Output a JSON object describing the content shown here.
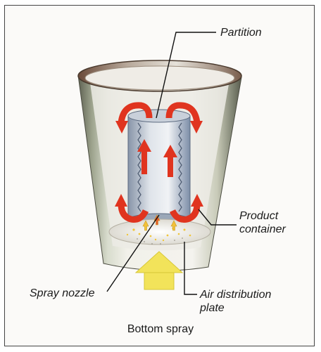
{
  "labels": {
    "partition": "Partition",
    "product_container_line1": "Product",
    "product_container_line2": "container",
    "spray_nozzle": "Spray nozzle",
    "air_distribution_line1": "Air distribution",
    "air_distribution_line2": "plate"
  },
  "caption": "Bottom spray",
  "colors": {
    "flow_arrow": "#e0341f",
    "air_inlet_arrow": "#f2e35a",
    "spray_dots": "#f0c53a",
    "vessel_metal": "#8a8f7e",
    "frame": "#444444"
  },
  "icons": {
    "flow": "curved-red-arrows",
    "air_inlet": "yellow-up-arrow"
  }
}
